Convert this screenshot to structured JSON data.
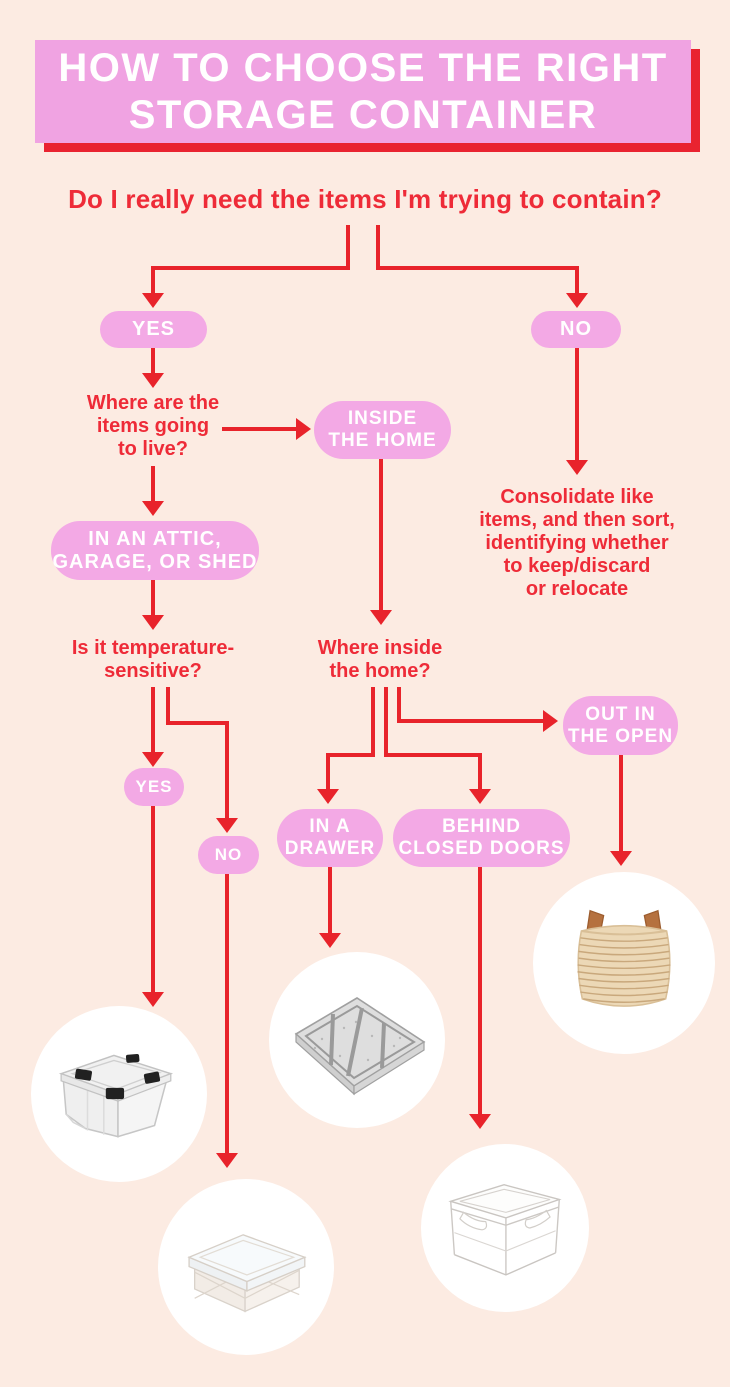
{
  "colors": {
    "background": "#fcebe2",
    "banner_pink": "#f0a3e2",
    "banner_shadow_red": "#e92330",
    "pill_pink": "#f3a9e5",
    "line_red": "#e8232b",
    "text_red": "#ee2b38",
    "pill_text": "#ffffff",
    "circle_white": "#ffffff"
  },
  "header": {
    "title": "HOW TO CHOOSE THE RIGHT\nSTORAGE CONTAINER"
  },
  "flow": {
    "root_question": "Do I really need the items I'm trying to contain?",
    "yes_label": "YES",
    "no_label": "NO",
    "no_outcome": "Consolidate like\nitems, and then sort,\nidentifying whether\nto keep/discard\nor relocate",
    "where_live_question": "Where are the\nitems going\nto live?",
    "inside_home_label": "INSIDE\nTHE HOME",
    "attic_garage_shed_label": "IN AN ATTIC,\nGARAGE, OR SHED",
    "temperature_question": "Is it temperature-\nsensitive?",
    "temp_yes_label": "YES",
    "temp_no_label": "NO",
    "where_inside_question": "Where inside\nthe home?",
    "in_a_drawer_label": "IN A\nDRAWER",
    "behind_closed_doors_label": "BEHIND\nCLOSED DOORS",
    "out_in_open_label": "OUT IN\nTHE OPEN"
  },
  "products": {
    "temp_yes": "weathertight-latched-storage-bin",
    "temp_no": "underbed-bin-with-white-lid",
    "drawer": "drawer-organizer-tray",
    "closed_doors": "clear-open-storage-container",
    "open": "woven-rope-basket"
  }
}
